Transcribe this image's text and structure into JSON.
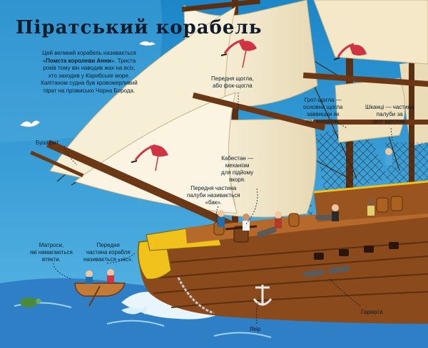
{
  "page": {
    "title": "Піратський корабель",
    "intro": {
      "before": "Цей великий корабель називається «",
      "bold": "Помста королеви Анни",
      "after": "». Триста років тому він наводив жах на всіх, хто заходив у Карибське море. Капітаном судна був кровожерливий пірат на прізвисько Чорна Борода."
    }
  },
  "labels": {
    "bowsprit": "Бушприт",
    "foremast": "Передня щогла,\nабо фок-щогла",
    "mainmast": "Грот-щогла —\nосновна щогла\nзаввишки як\nсім жирафів.",
    "quarterdeck": "Шканці — частина\nпалуби за\nгрот-щоглою.",
    "capstan": "Кабестан —\nмеханізм\nдля підйому\nякоря.",
    "forecastle": "Передня частина\nпалуби називається\n«бак».",
    "sailors": "Матроси,\nякі намагаються\nвтекти.",
    "bow": "Передня\nчастина корабля\nназивається «ніс».",
    "anchor": "Якір",
    "cannon": "Гармата"
  },
  "colors": {
    "sky_top": "#1f8fcf",
    "sky_bottom": "#6fc3ea",
    "sea": "#2a78c2",
    "sail": "#f6ecd2",
    "hull": "#8a4a1c",
    "hull_dark": "#5e2f0f",
    "trim": "#f1c21b",
    "rope": "#3a2a1a",
    "flamingo": "#d23343"
  }
}
